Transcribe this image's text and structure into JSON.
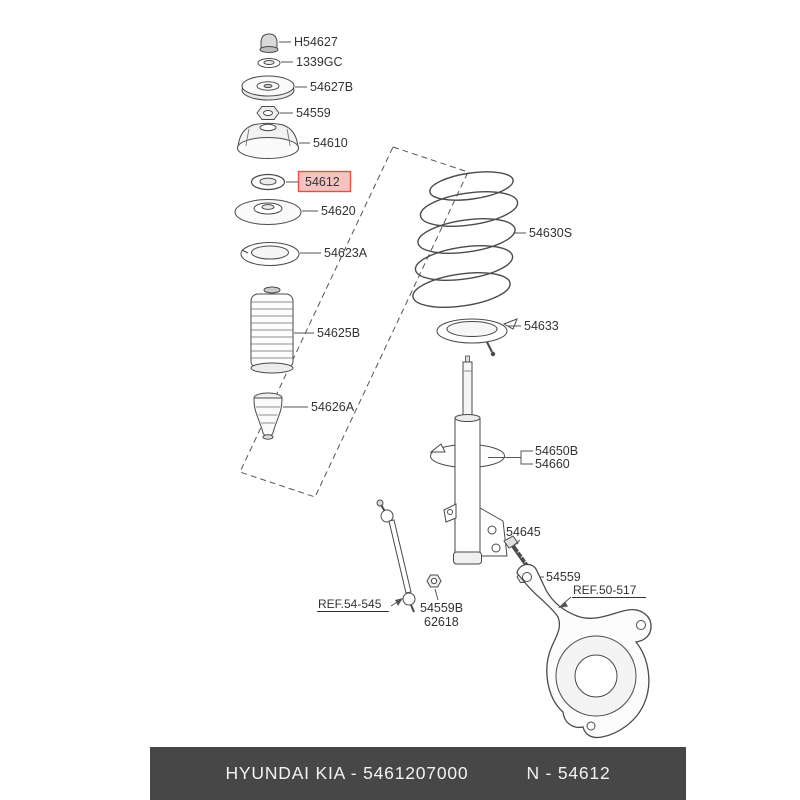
{
  "footer": {
    "bg_color": "#474747",
    "left_text": "HYUNDAI  KIA - 5461207000",
    "right_text": "N - 54612"
  },
  "highlight": {
    "fill": "#f6c3c1",
    "border": "#e05149",
    "text_color": "#c43b34"
  },
  "parts": {
    "h54627": "H54627",
    "nut_1339gc": "1339GC",
    "insulator_54627b": "54627B",
    "nut_54559_top": "54559",
    "mount_54610": "54610",
    "bearing_54612": "54612",
    "seat_54620": "54620",
    "pad_54623a": "54623A",
    "cover_54625b": "54625B",
    "bumper_54626a": "54626A",
    "spring_54630s": "54630S",
    "pad_54633": "54633",
    "strut_54650b": "54650B",
    "strut_54660": "54660",
    "bolt_54645": "54645",
    "nut_54559_mid": "54559",
    "ref_stabilizer": "REF.54-545",
    "nut_54559b": "54559B",
    "nut_62618": "62618",
    "ref_knuckle": "REF.50-517"
  }
}
